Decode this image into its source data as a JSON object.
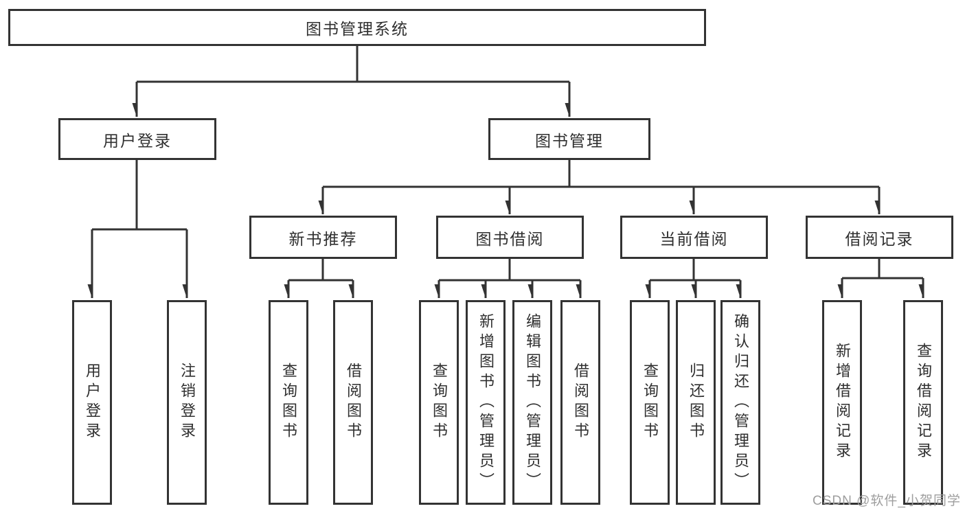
{
  "tree": {
    "label": "图书管理系统",
    "children": [
      {
        "label": "用户登录",
        "children": [
          {
            "label": "用户登录"
          },
          {
            "label": "注销登录"
          }
        ]
      },
      {
        "label": "图书管理",
        "children": [
          {
            "label": "新书推荐",
            "children": [
              {
                "label": "查询图书"
              },
              {
                "label": "借阅图书"
              }
            ]
          },
          {
            "label": "图书借阅",
            "children": [
              {
                "label": "查询图书"
              },
              {
                "label": "新增图书（管理员）"
              },
              {
                "label": "编辑图书（管理员）"
              },
              {
                "label": "借阅图书"
              }
            ]
          },
          {
            "label": "当前借阅",
            "children": [
              {
                "label": "查询图书"
              },
              {
                "label": "归还图书"
              },
              {
                "label": "确认归还（管理员）"
              }
            ]
          },
          {
            "label": "借阅记录",
            "children": [
              {
                "label": "新增借阅记录"
              },
              {
                "label": "查询借阅记录"
              }
            ]
          }
        ]
      }
    ]
  },
  "watermark": "CSDN @软件_小贺同学",
  "colors": {
    "line": "#333333",
    "text": "#2f2f2f",
    "watermark": "#9e9e9e",
    "background": "#ffffff"
  }
}
